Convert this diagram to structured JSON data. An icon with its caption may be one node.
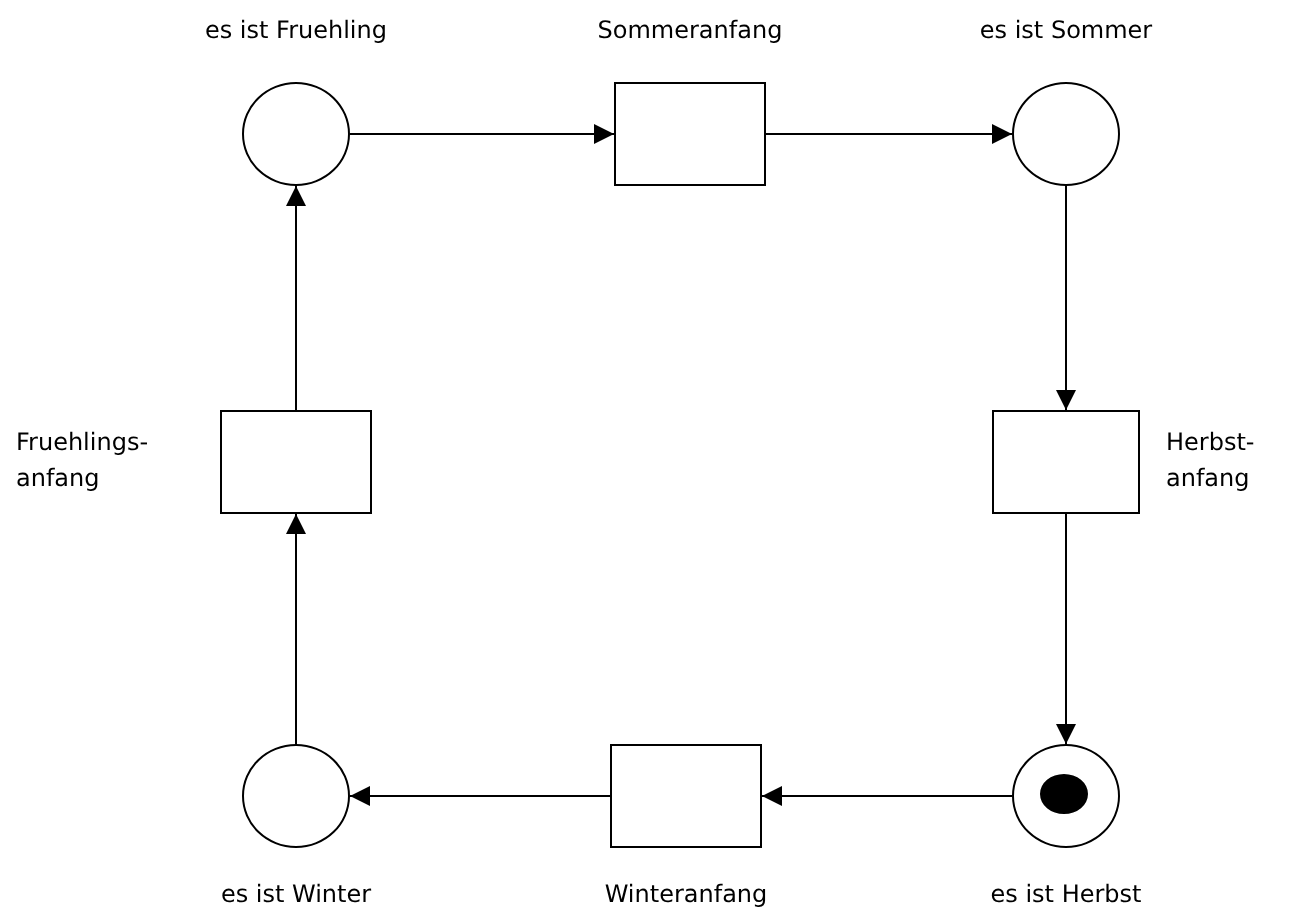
{
  "diagram": {
    "nodes": [
      {
        "text": [],
        "shape": "circle",
        "beside": [
          "es ist Fruehling"
        ]
      },
      {
        "text": [],
        "shape": "box",
        "beside": [
          "Sommeranfang"
        ]
      },
      {
        "text": [],
        "shape": "circle",
        "beside": [
          "es ist Sommer"
        ]
      },
      {
        "text": [],
        "shape": "box",
        "beside": [
          "Fruehlings- anfang"
        ]
      },
      {
        "text": [],
        "shape": "box",
        "beside": [
          "Herbst- anfang"
        ]
      },
      {
        "text": [],
        "shape": "circle",
        "beside": [
          "es ist Winter"
        ]
      },
      {
        "text": [],
        "shape": "box",
        "beside": [
          "Winteranfang"
        ]
      },
      {
        "text": [],
        "shape": "circle",
        "beside": [
          "es ist Herbst"
        ]
      },
      {
        "text": [],
        "shape": "circle",
        "in": 7
      }
    ],
    "edges": [
      {
        "from": 0,
        "to": 1,
        "arrow": "to"
      },
      {
        "from": 1,
        "to": 2,
        "arrow": "to"
      },
      {
        "from": 2,
        "to": 4,
        "arrow": "to"
      },
      {
        "from": 4,
        "to": 7,
        "arrow": "to"
      },
      {
        "from": 7,
        "to": 6,
        "arrow": "to"
      },
      {
        "from": 6,
        "to": 5,
        "arrow": "to"
      },
      {
        "from": 5,
        "to": 3,
        "arrow": "to"
      },
      {
        "from": 3,
        "to": 0,
        "arrow": "to"
      }
    ]
  }
}
